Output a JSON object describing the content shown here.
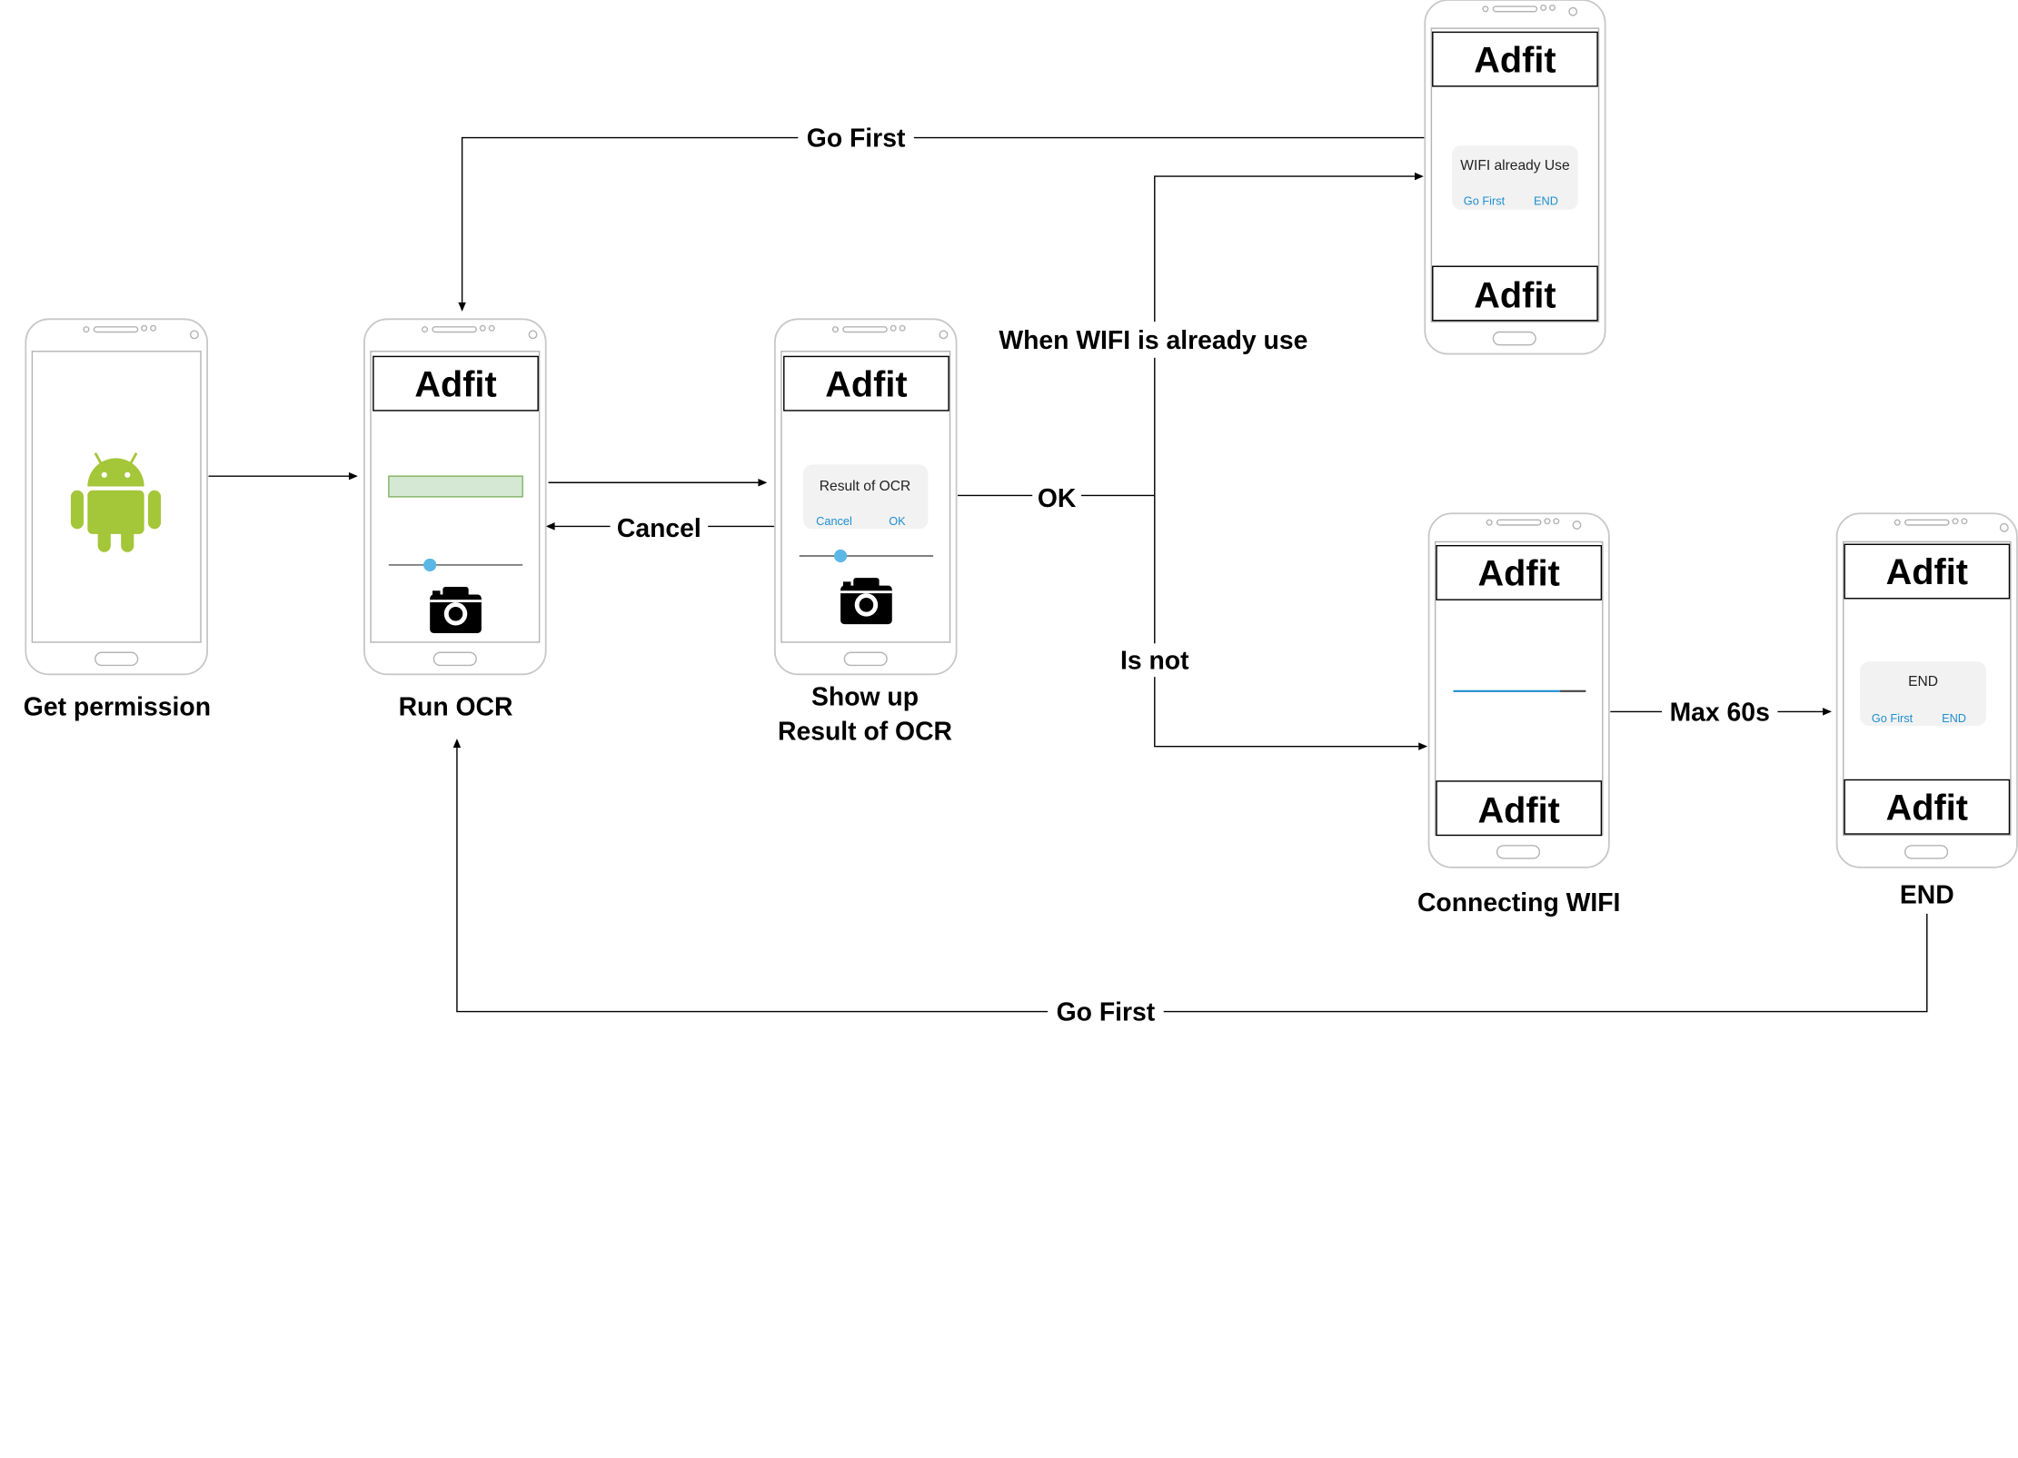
{
  "nodes": {
    "permission": {
      "caption": "Get permission",
      "icon": "android-robot-icon"
    },
    "run_ocr": {
      "caption": "Run OCR",
      "banner": "Adfit",
      "icon": "camera-icon"
    },
    "result": {
      "caption_line1": "Show up",
      "caption_line2": "Result of OCR",
      "banner": "Adfit",
      "dialog_title": "Result of OCR",
      "dialog_cancel": "Cancel",
      "dialog_ok": "OK",
      "icon": "camera-icon"
    },
    "wifi_used": {
      "banner_top": "Adfit",
      "banner_bottom": "Adfit",
      "dialog_title": "WIFI already Use",
      "dialog_go_first": "Go First",
      "dialog_end": "END"
    },
    "connecting": {
      "caption": "Connecting WIFI",
      "banner_top": "Adfit",
      "banner_bottom": "Adfit"
    },
    "end": {
      "caption": "END",
      "banner_top": "Adfit",
      "banner_bottom": "Adfit",
      "dialog_title": "END",
      "dialog_go_first": "Go First",
      "dialog_end": "END"
    }
  },
  "edges": {
    "go_first_top": "Go First",
    "cancel": "Cancel",
    "ok": "OK",
    "when_wifi_used": "When WIFI is already use",
    "is_not": "Is not",
    "max_60s": "Max 60s",
    "go_first_bottom": "Go First"
  },
  "colors": {
    "android_green": "#a4c639",
    "dialog_button_blue": "#1f8fd1",
    "slider_blue": "#5bb8e6",
    "input_green_fill": "#d5e8d4",
    "input_green_stroke": "#82b366",
    "progress_blue": "#1f8fd1"
  }
}
